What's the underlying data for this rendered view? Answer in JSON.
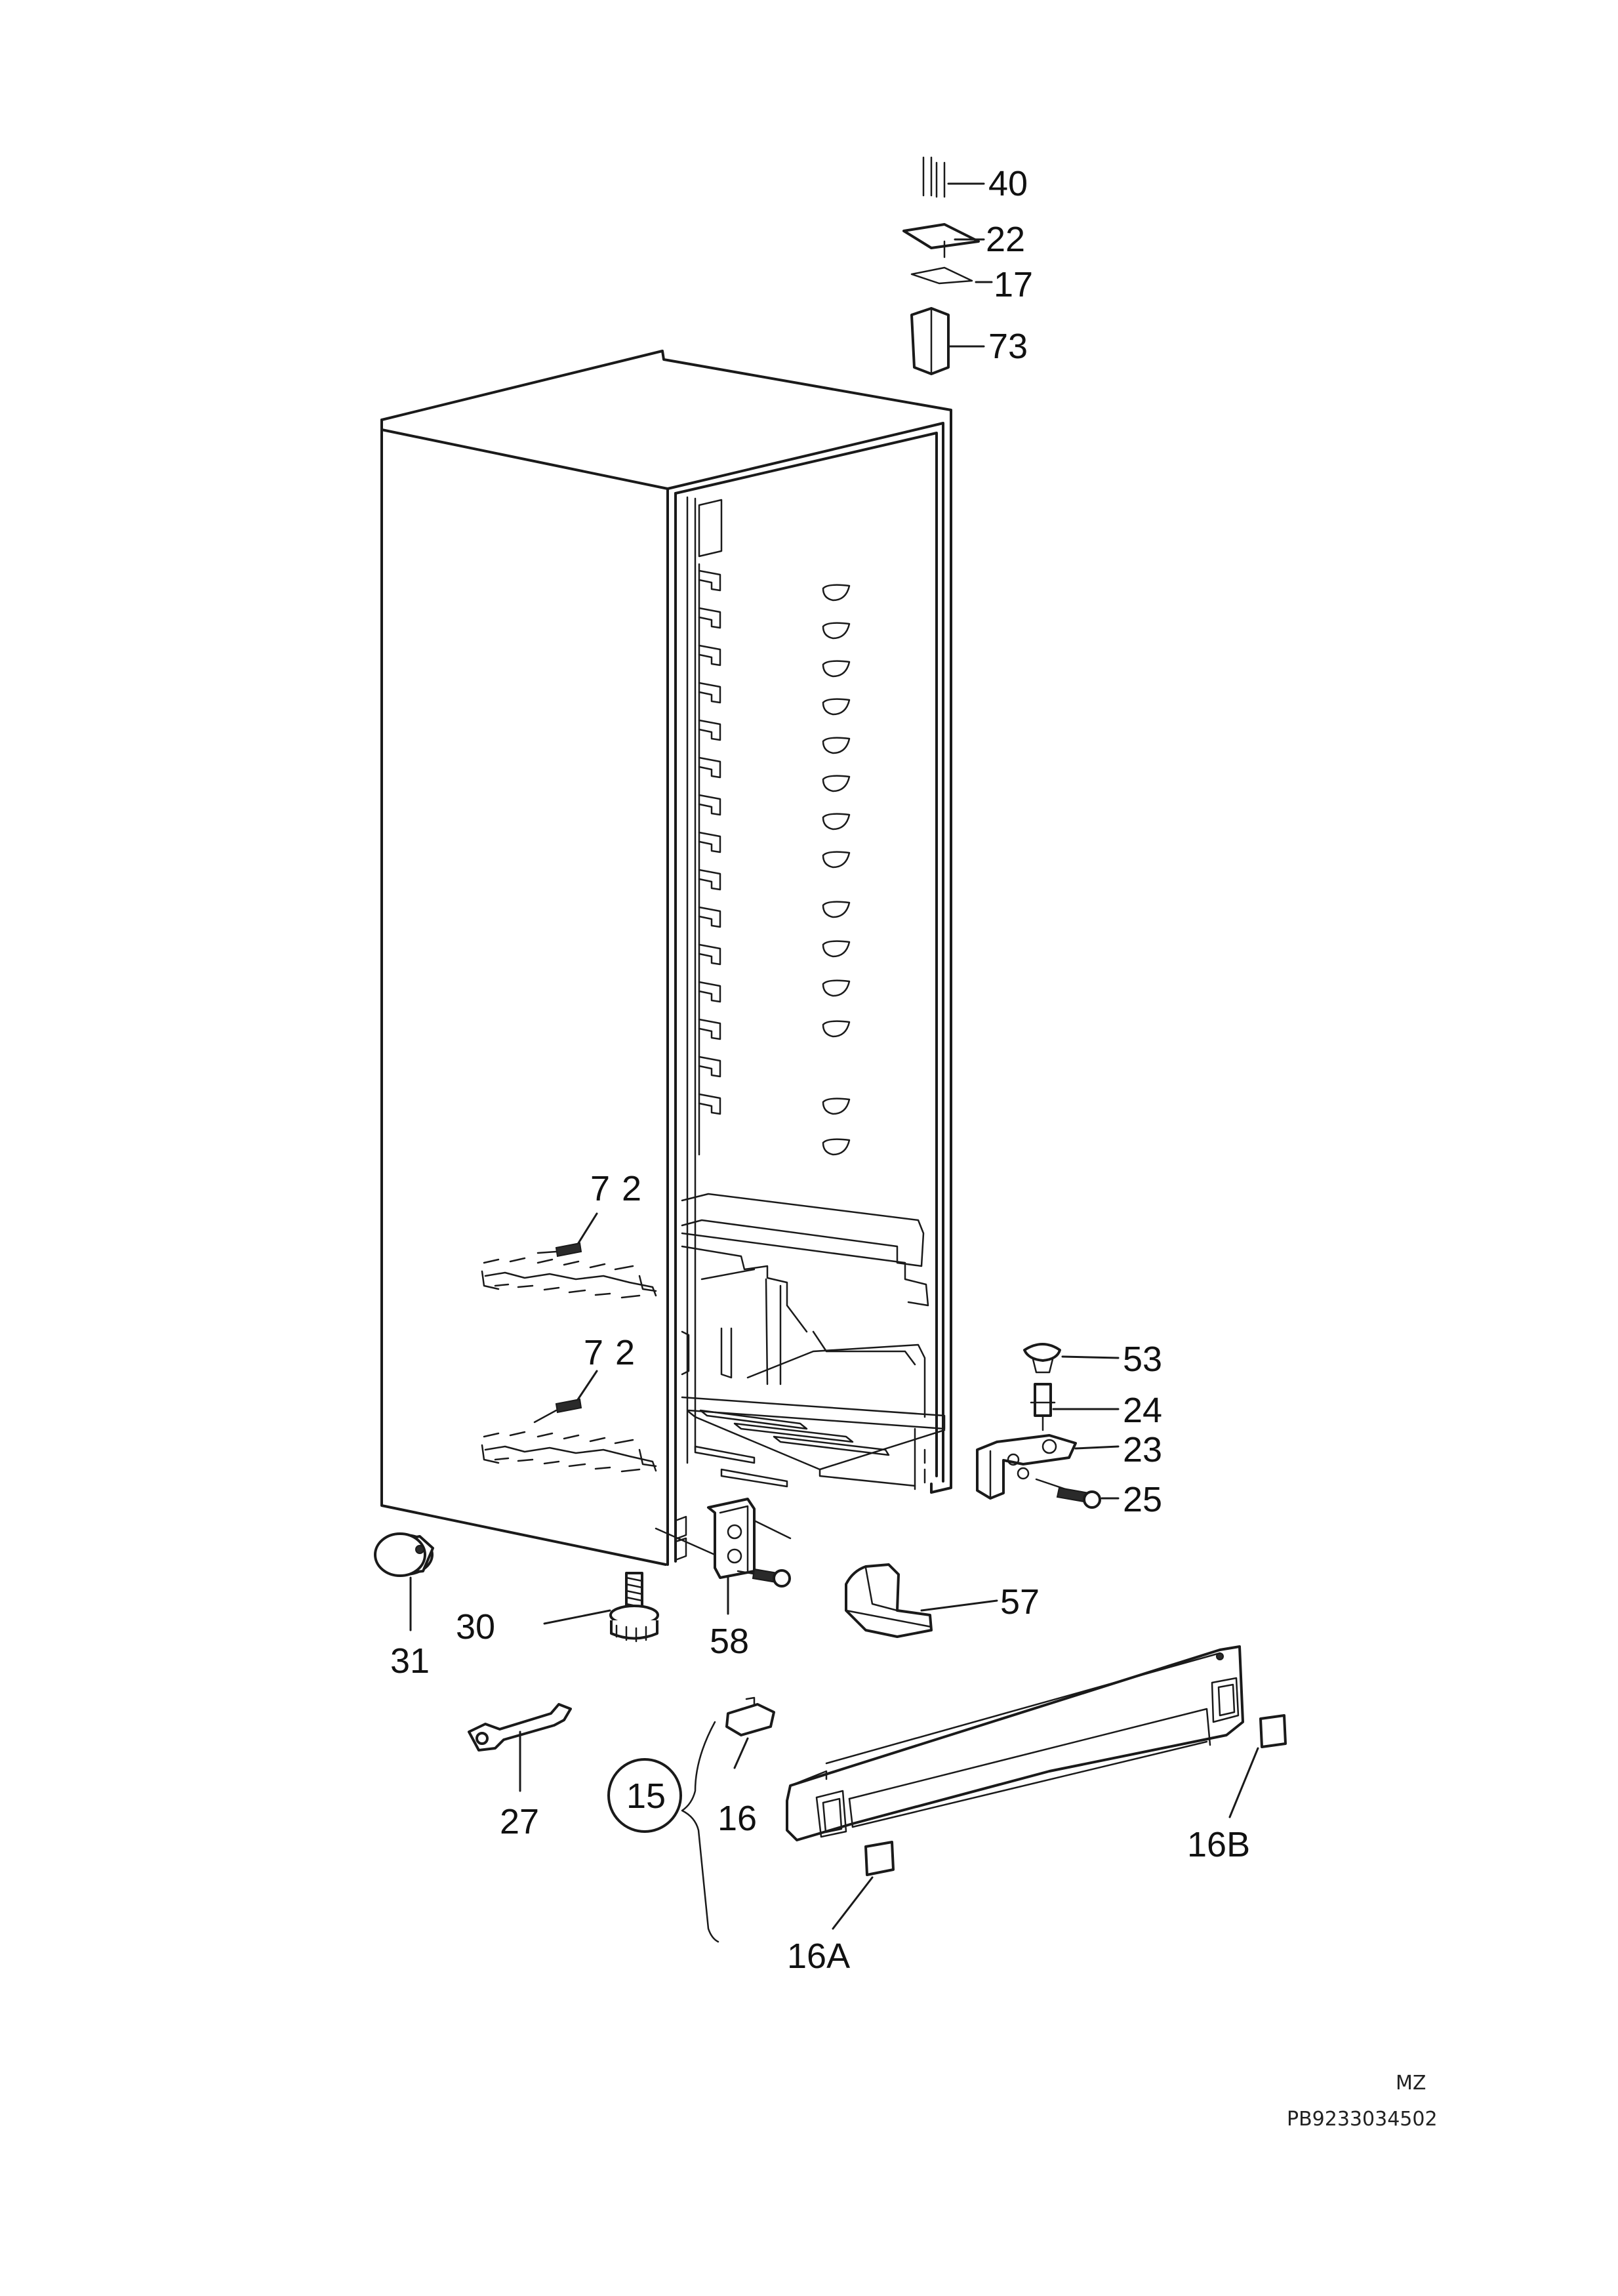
{
  "labels": {
    "p40": "40",
    "p22": "22",
    "p17": "17",
    "p73": "73",
    "p72a": "72",
    "p72b": "72",
    "p53": "53",
    "p24": "24",
    "p23": "23",
    "p25": "25",
    "p57": "57",
    "p58": "58",
    "p31": "31",
    "p30": "30",
    "p27": "27",
    "p15": "15",
    "p16": "16",
    "p16A": "16A",
    "p16B": "16B"
  },
  "footer": {
    "code": "MZ",
    "reference": "PB9233034502"
  },
  "colors": {
    "line": "#1a1a1a",
    "background": "#ffffff"
  }
}
